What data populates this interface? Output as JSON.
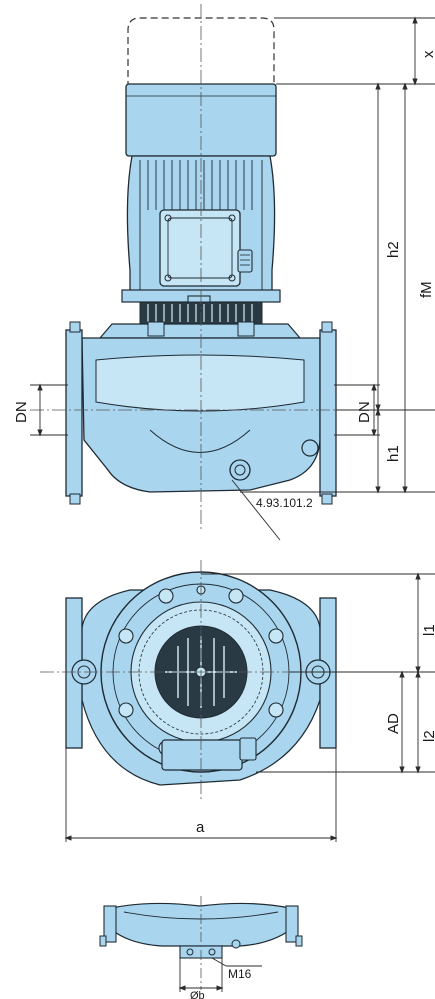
{
  "colors": {
    "pump_fill": "#a9d6ee",
    "pump_light": "#c6e6f6",
    "outline": "#1f2a33",
    "dim_line": "#2b2b2b",
    "center_line": "#555555"
  },
  "labels": {
    "x": "x",
    "fM": "fM",
    "h2": "h2",
    "h1": "h1",
    "DN_left": "DN",
    "DN_right": "DN",
    "ref_code": "4.93.101.2",
    "l1": "l1",
    "AD": "AD",
    "l2": "l2",
    "a": "a",
    "M16": "M16",
    "Ob": "Øb"
  }
}
